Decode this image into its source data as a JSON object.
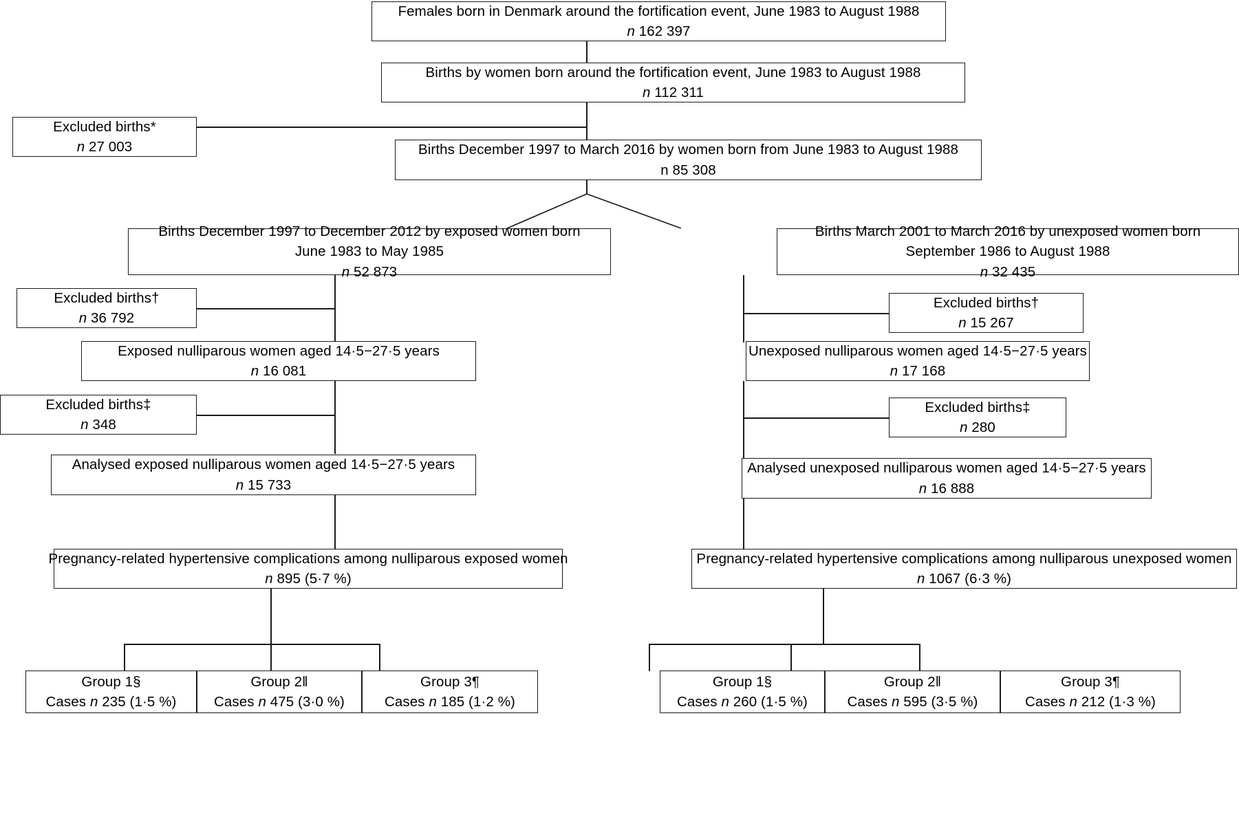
{
  "figure": {
    "type": "flowchart",
    "title": "Study population flow diagram: folic acid fortification and pregnancy-related hypertensive complications",
    "nodes": {
      "source_population": {
        "line1": "Females born in Denmark around the fortification event, June 1983 to August 1988",
        "n_prefix": "n",
        "n_value": "162 397"
      },
      "births_all": {
        "line1": "Births by women born around the fortification event, June 1983 to August 1988",
        "n_prefix": "n",
        "n_value": "112 311"
      },
      "excluded_star": {
        "line1": "Excluded births*",
        "n_prefix": "n",
        "n_value": "27 003"
      },
      "births_window": {
        "line1": "Births December 1997 to March 2016 by women born from June 1983 to August 1988",
        "n_prefix": "n",
        "n_value": "85 308"
      },
      "exposed_births": {
        "line1": "Births December 1997 to December 2012 by exposed women born",
        "line2": "June 1983 to May 1985",
        "n_prefix": "n",
        "n_value": "52 873"
      },
      "unexposed_births": {
        "line1": "Births March 2001 to March 2016 by unexposed women born",
        "line2": "September 1986 to August 1988",
        "n_prefix": "n",
        "n_value": "32 435"
      },
      "excluded_dagger_left": {
        "line1": "Excluded births†",
        "n_prefix": "n",
        "n_value": "36 792"
      },
      "excluded_dagger_right": {
        "line1": "Excluded births†",
        "n_prefix": "n",
        "n_value": "15 267"
      },
      "exposed_nulliparous": {
        "line1": "Exposed nulliparous women aged 14·5−27·5 years",
        "n_prefix": "n",
        "n_value": "16 081"
      },
      "unexposed_nulliparous": {
        "line1": "Unexposed nulliparous women aged 14·5−27·5 years",
        "n_prefix": "n",
        "n_value": "17 168"
      },
      "excluded_ddagger_left": {
        "line1": "Excluded births‡",
        "n_prefix": "n",
        "n_value": "348"
      },
      "excluded_ddagger_right": {
        "line1": "Excluded births‡",
        "n_prefix": "n",
        "n_value": "280"
      },
      "analysed_exposed": {
        "line1": "Analysed exposed nulliparous women aged 14·5−27·5 years",
        "n_prefix": "n",
        "n_value": "15 733"
      },
      "analysed_unexposed": {
        "line1": "Analysed unexposed nulliparous women aged 14·5−27·5 years",
        "n_prefix": "n",
        "n_value": "16 888"
      },
      "outcome_exposed": {
        "line1": "Pregnancy-related hypertensive complications among nulliparous exposed women",
        "n_prefix": "n",
        "n_value": "895 (5·7 %)"
      },
      "outcome_unexposed": {
        "line1": "Pregnancy-related hypertensive complications among nulliparous unexposed women",
        "n_prefix": "n",
        "n_value": "1067 (6·3 %)"
      },
      "exposed_group1": {
        "line1": "Group 1§",
        "cases_label": "Cases",
        "n_prefix": "n",
        "n_value": "235 (1·5 %)"
      },
      "exposed_group2": {
        "line1": "Group 2‖",
        "cases_label": "Cases",
        "n_prefix": "n",
        "n_value": "475 (3·0 %)"
      },
      "exposed_group3": {
        "line1": "Group 3¶",
        "cases_label": "Cases",
        "n_prefix": "n",
        "n_value": "185 (1·2 %)"
      },
      "unexposed_group1": {
        "line1": "Group 1§",
        "cases_label": "Cases",
        "n_prefix": "n",
        "n_value": "260 (1·5 %)"
      },
      "unexposed_group2": {
        "line1": "Group 2‖",
        "cases_label": "Cases",
        "n_prefix": "n",
        "n_value": "595 (3·5 %)"
      },
      "unexposed_group3": {
        "line1": "Group 3¶",
        "cases_label": "Cases",
        "n_prefix": "n",
        "n_value": "212 (1·3 %)"
      }
    },
    "colors": {
      "stroke": "#1a1a1a",
      "background": "#ffffff",
      "text": "#000000"
    }
  }
}
